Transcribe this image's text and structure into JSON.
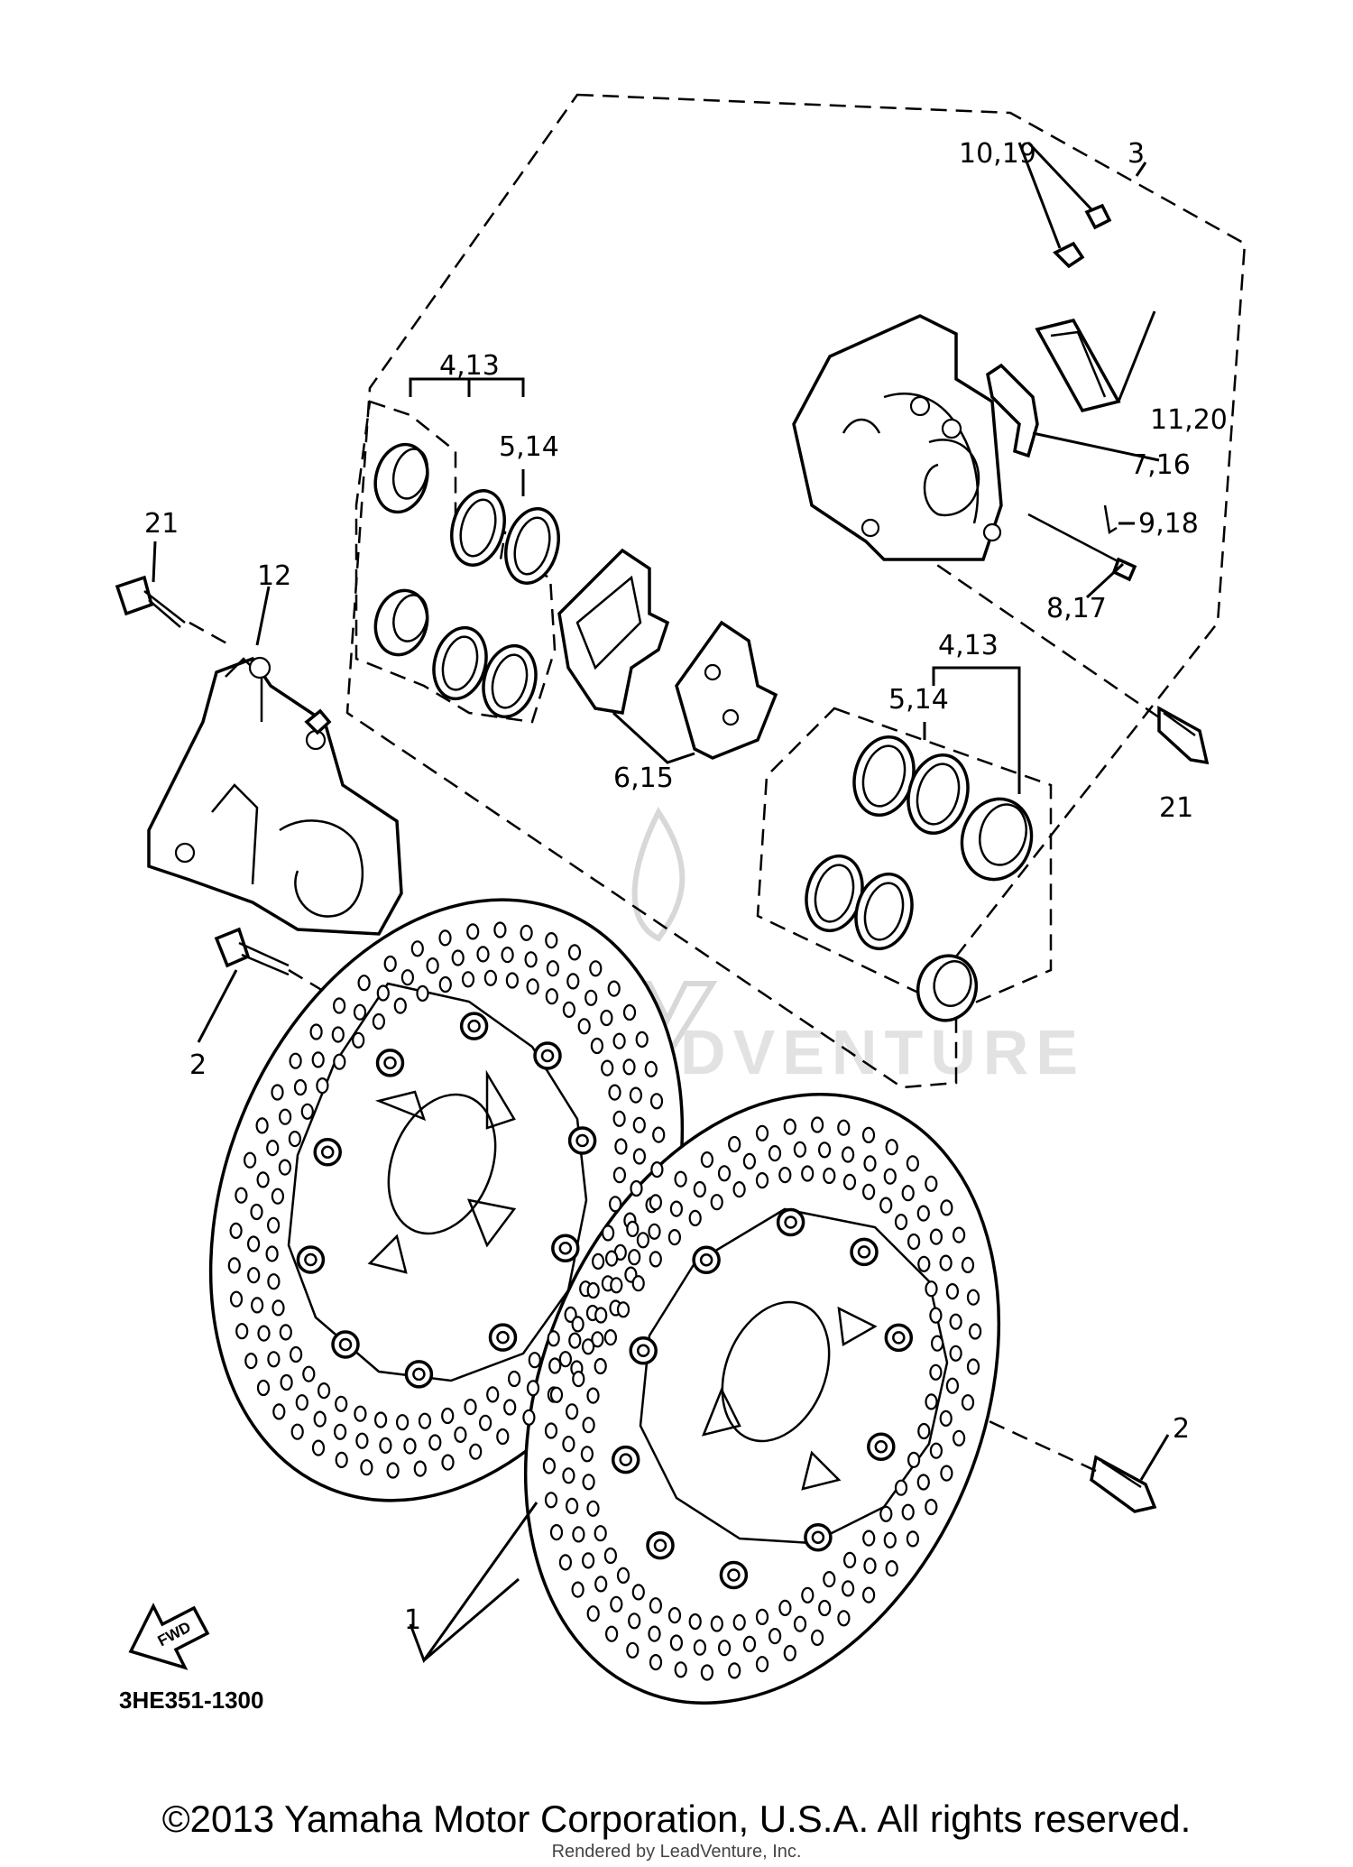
{
  "callouts": {
    "c3": "3",
    "c10_19": "10,19",
    "c4_13_top": "4,13",
    "c5_14_top": "5,14",
    "c11_20": "11,20",
    "c7_16": "7,16",
    "c9_18": "9,18",
    "c8_17": "8,17",
    "c21_left": "21",
    "c12": "12",
    "c4_13_right": "4,13",
    "c5_14_right": "5,14",
    "c6_15": "6,15",
    "c21_right": "21",
    "c2_left": "2",
    "c2_right": "2",
    "c1": "1"
  },
  "fwd_label": "FWD",
  "diagram_code": "3HE351-1300",
  "watermark_text": "LEADVENTURE",
  "copyright": "©2013 Yamaha Motor Corporation, U.S.A. All rights reserved.",
  "rendered_by": "Rendered by LeadVenture, Inc."
}
